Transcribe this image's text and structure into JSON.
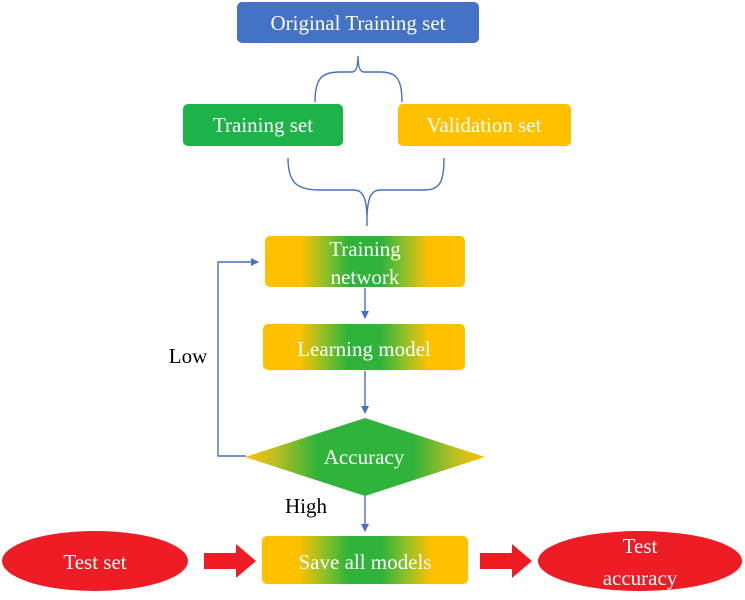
{
  "nodes": {
    "original_training_set": "Original Training set",
    "training_set": "Training set",
    "validation_set": "Validation set",
    "training_network_line1": "Training",
    "training_network_line2": "network",
    "learning_model": "Learning model",
    "accuracy": "Accuracy",
    "test_set": "Test set",
    "save_all_models": "Save all models",
    "test_accuracy_line1": "Test",
    "test_accuracy_line2": "accuracy"
  },
  "edges": {
    "low_label": "Low",
    "high_label": "High"
  },
  "colors": {
    "blue_box": "#4472c4",
    "green_box": "#1db34a",
    "orange_box": "#ffc000",
    "gradient_green": "#2fb33a",
    "gradient_yellow": "#ffc000",
    "red": "#ee1c25",
    "line": "#4472c4",
    "text_light": "#ffffff",
    "text_dark": "#000000"
  }
}
